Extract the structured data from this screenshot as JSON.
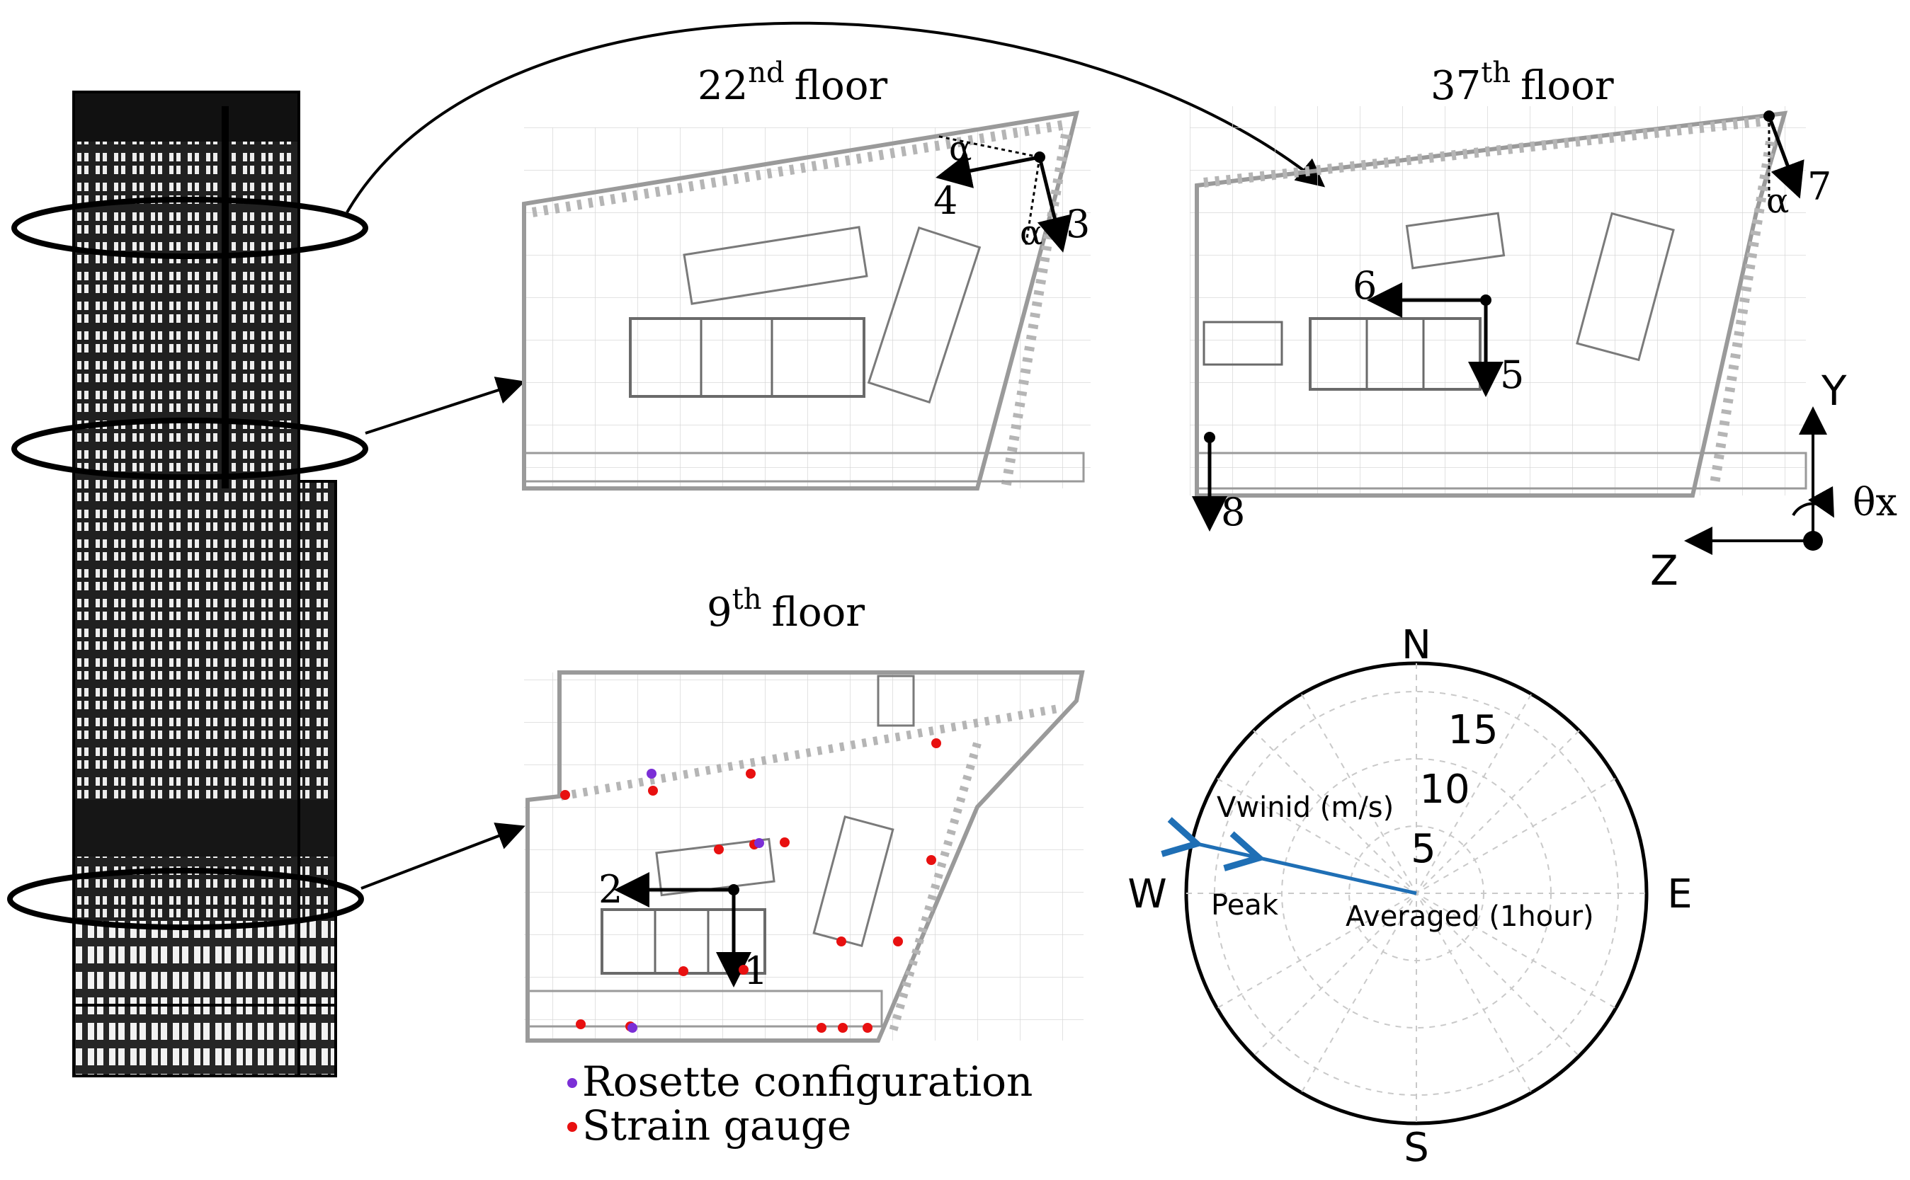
{
  "floor_labels": {
    "f22": {
      "num": "22",
      "sup": "nd",
      "word": "floor"
    },
    "f37": {
      "num": "37",
      "sup": "th",
      "word": "floor"
    },
    "f9": {
      "num": "9",
      "sup": "th",
      "word": "floor"
    }
  },
  "sensor_numbers": {
    "s1": "1",
    "s2": "2",
    "s3": "3",
    "s4": "4",
    "s5": "5",
    "s6": "6",
    "s7": "7",
    "s8": "8"
  },
  "angle_symbol": "α",
  "axes": {
    "y": "Y",
    "z": "Z",
    "theta": "θx"
  },
  "legend": {
    "rosette": "Rosette configuration",
    "strain": "Strain gauge",
    "rosette_color": "#7b2fd6",
    "strain_color": "#e81010"
  },
  "compass": {
    "north": "N",
    "east": "E",
    "south": "S",
    "west": "W",
    "rings": [
      "5",
      "10",
      "15"
    ],
    "speed_label": "Vwinid (m/s)",
    "peak_label": "Peak",
    "avg_label": "Averaged (1hour)",
    "arrow_color": "#1f6fb5"
  }
}
